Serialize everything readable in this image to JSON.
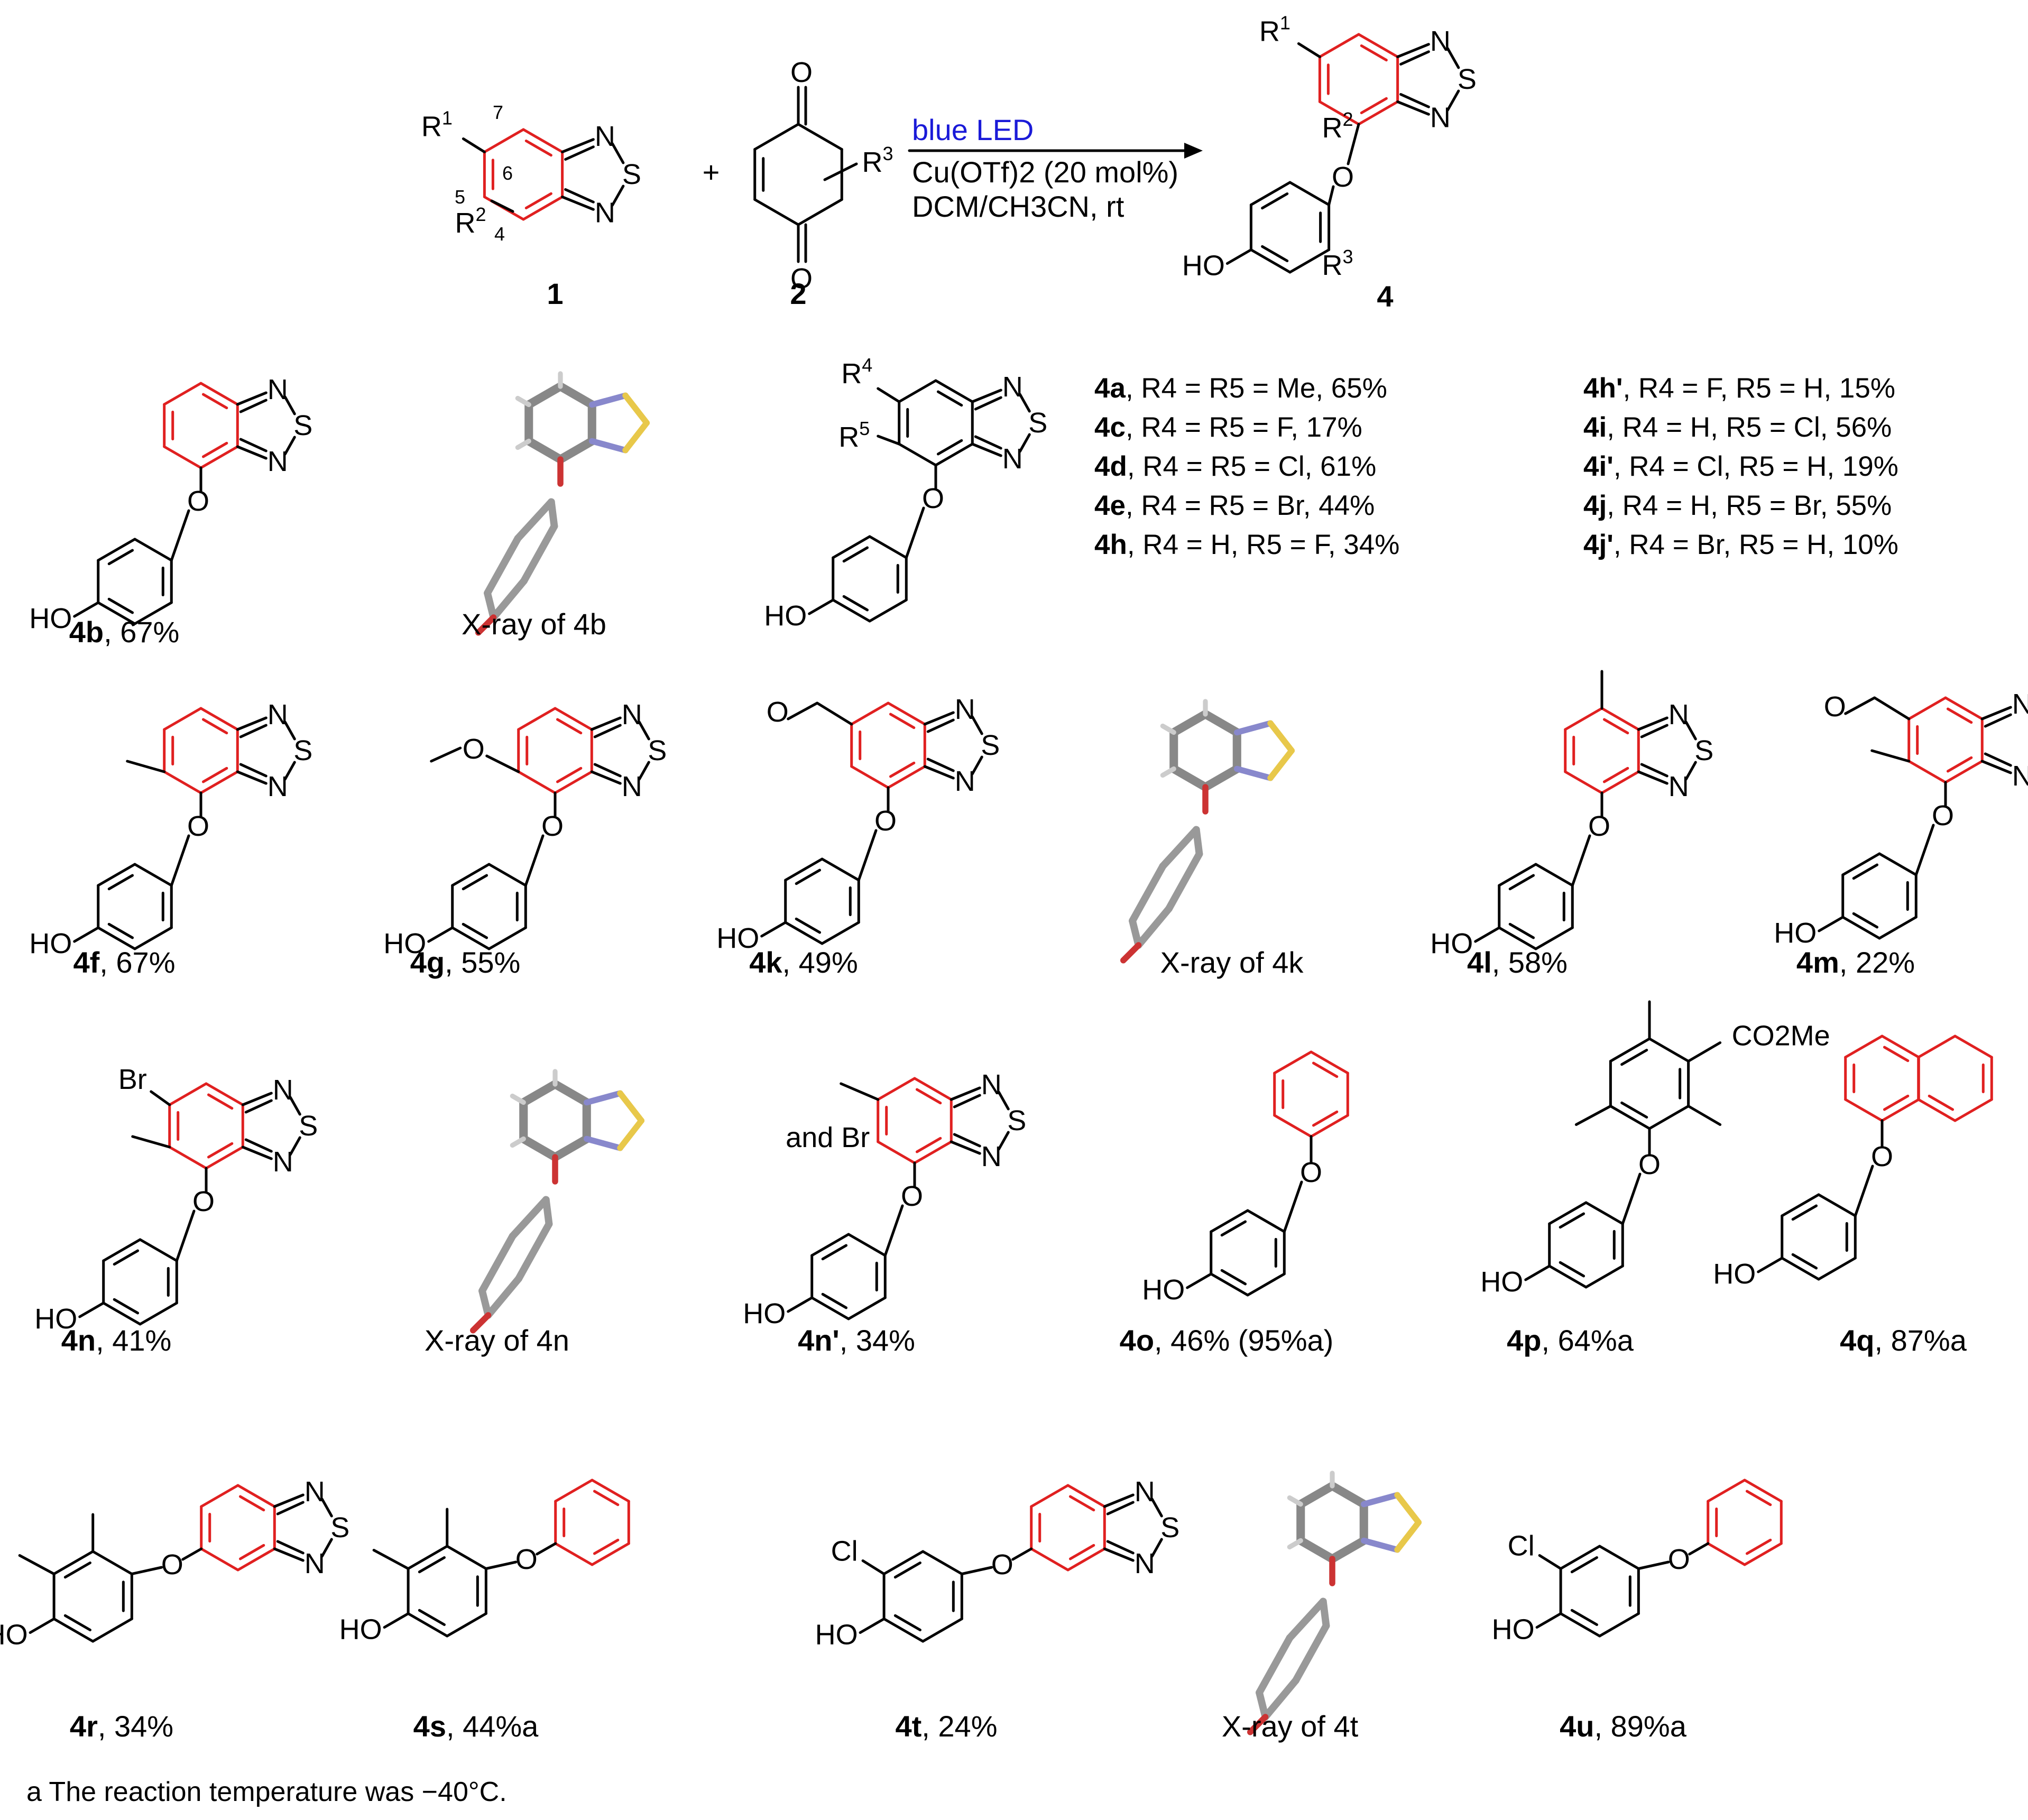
{
  "scheme": {
    "reactant_1_label": "1",
    "reactant_2_label": "2",
    "product_label": "4",
    "plus_sign": "+",
    "conditions": {
      "light": "blue LED",
      "catalyst": "Cu(OTf)2 (20 mol%)",
      "solvent": "DCM/CH3CN, rt"
    },
    "substituents": {
      "r1": "R1",
      "r2": "R2",
      "r3": "R3"
    },
    "positions": [
      "7",
      "6",
      "5",
      "4"
    ]
  },
  "table": {
    "left": [
      {
        "id": "4a",
        "text": "R4 = R5 = Me, 65%"
      },
      {
        "id": "4c",
        "text": "R4 = R5 = F, 17%"
      },
      {
        "id": "4d",
        "text": "R4 = R5 = Cl, 61%"
      },
      {
        "id": "4e",
        "text": "R4 = R5 = Br, 44%"
      },
      {
        "id": "4h",
        "text": "R4 = H, R5 = F, 34%"
      }
    ],
    "right": [
      {
        "id": "4h'",
        "text": "R4 = F, R5 = H, 15%"
      },
      {
        "id": "4i",
        "text": "R4 = H, R5 = Cl, 56%"
      },
      {
        "id": "4i'",
        "text": "R4 = Cl, R5 = H, 19%"
      },
      {
        "id": "4j",
        "text": "R4 = H, R5 = Br, 55%"
      },
      {
        "id": "4j'",
        "text": "R4 = Br, R5 = H, 10%"
      }
    ]
  },
  "compounds": [
    {
      "id": "4b",
      "yield": ", 67%"
    },
    {
      "id": "4f",
      "yield": ", 67%"
    },
    {
      "id": "4g",
      "yield": ", 55%"
    },
    {
      "id": "4k",
      "yield": ", 49%"
    },
    {
      "id": "4l",
      "yield": ", 58%"
    },
    {
      "id": "4m",
      "yield": ", 22%"
    },
    {
      "id": "4n",
      "yield": ", 41%"
    },
    {
      "id": "4n'",
      "yield": ", 34%"
    },
    {
      "id": "4o",
      "yield": ", 46% (95%a)"
    },
    {
      "id": "4p",
      "yield": ", 64%a"
    },
    {
      "id": "4q",
      "yield": ", 87%a"
    },
    {
      "id": "4r",
      "yield": ", 34%"
    },
    {
      "id": "4s",
      "yield": ", 44%a"
    },
    {
      "id": "4t",
      "yield": ", 24%"
    },
    {
      "id": "4u",
      "yield": ", 89%a"
    }
  ],
  "xray_labels": [
    "X-ray of 4b",
    "X-ray of 4k",
    "X-ray of 4n",
    "X-ray of 4t"
  ],
  "atom_labels": {
    "n": "N",
    "s": "S",
    "o": "O",
    "ho": "HO",
    "br": "Br",
    "cl": "Cl",
    "and_br": "and Br",
    "co2me": "CO2Me",
    "r4": "R4",
    "r5": "R5"
  },
  "footnote": "a The reaction temperature was −40°C."
}
